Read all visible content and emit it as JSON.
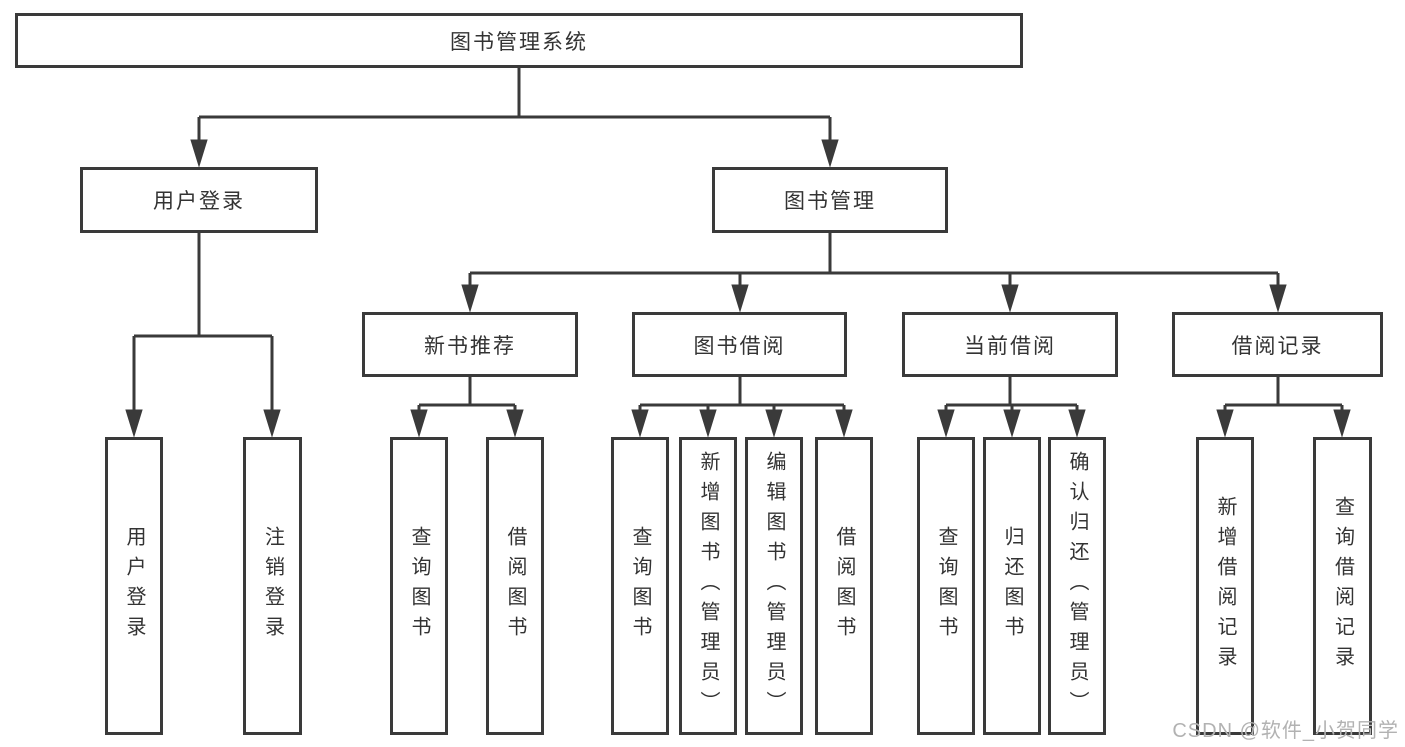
{
  "tree": {
    "label": "图书管理系统",
    "children": [
      {
        "label": "用户登录",
        "children": [
          {
            "label": "用户登录"
          },
          {
            "label": "注销登录"
          }
        ]
      },
      {
        "label": "图书管理",
        "children": [
          {
            "label": "新书推荐",
            "children": [
              {
                "label": "查询图书"
              },
              {
                "label": "借阅图书"
              }
            ]
          },
          {
            "label": "图书借阅",
            "children": [
              {
                "label": "查询图书"
              },
              {
                "label": "新增图书（管理员）"
              },
              {
                "label": "编辑图书（管理员）"
              },
              {
                "label": "借阅图书"
              }
            ]
          },
          {
            "label": "当前借阅",
            "children": [
              {
                "label": "查询图书"
              },
              {
                "label": "归还图书"
              },
              {
                "label": "确认归还（管理员）"
              }
            ]
          },
          {
            "label": "借阅记录",
            "children": [
              {
                "label": "新增借阅记录"
              },
              {
                "label": "查询借阅记录"
              }
            ]
          }
        ]
      }
    ]
  },
  "watermark": {
    "text": "CSDN @软件_小贺同学"
  },
  "colors": {
    "line": "#3a3a3a",
    "text": "#333333",
    "watermark": "#b2b2b2",
    "bg": "#ffffff"
  }
}
